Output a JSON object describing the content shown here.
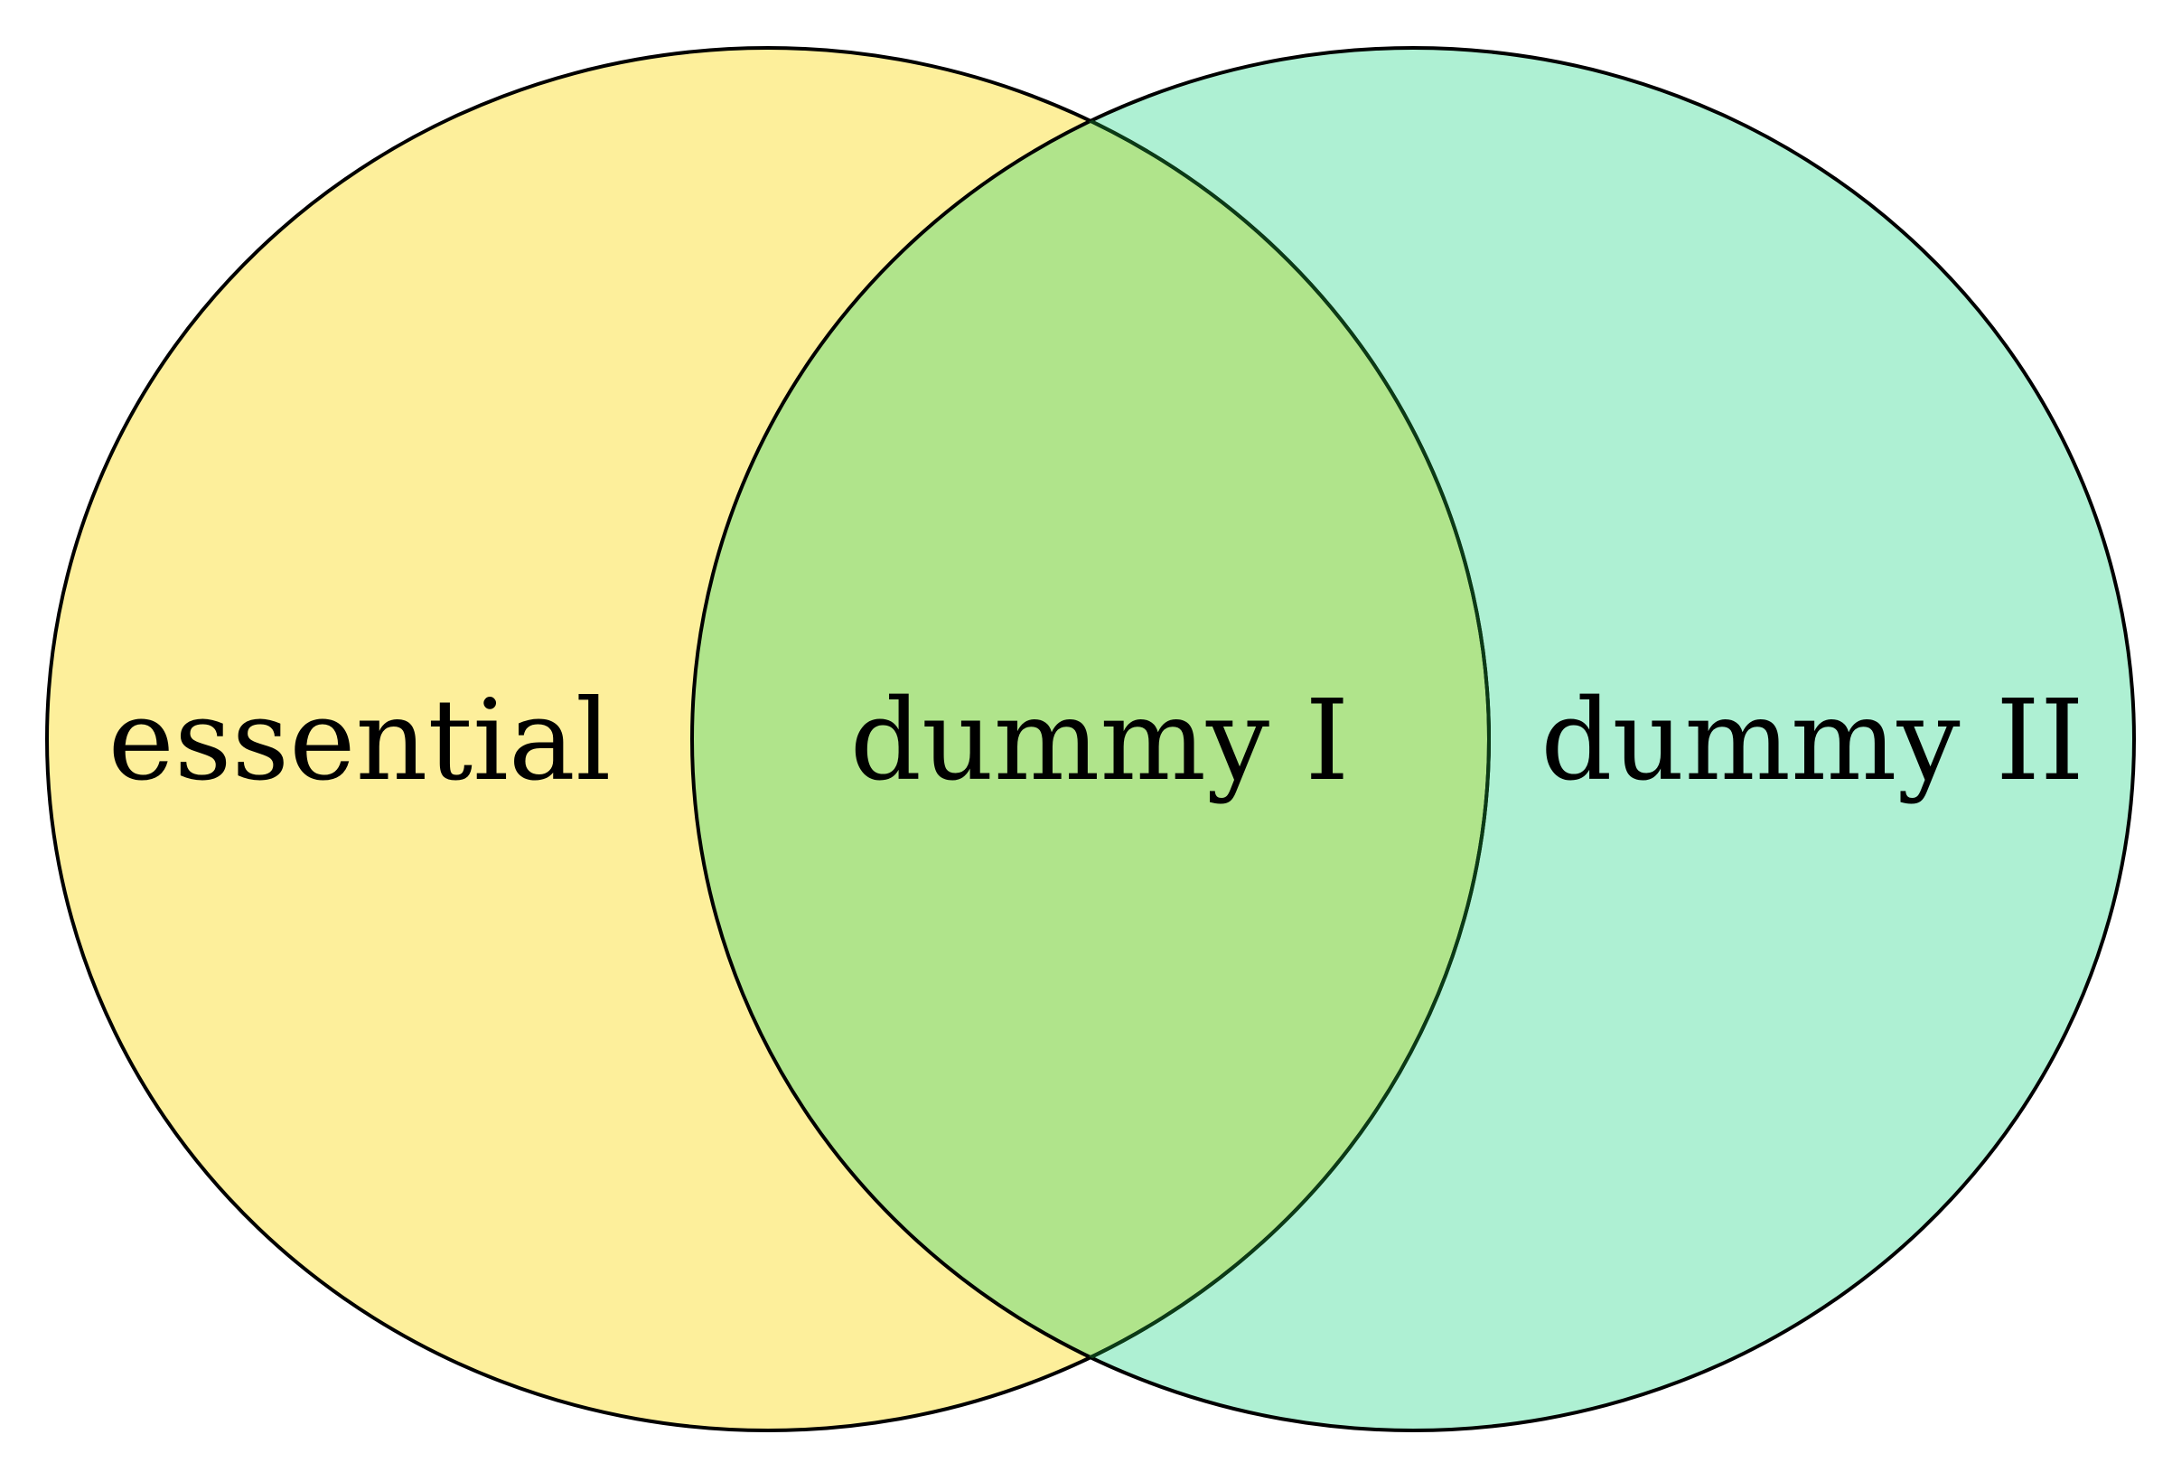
{
  "diagram": {
    "type": "venn",
    "sets": [
      {
        "label": "essential",
        "fill": "#fdef9b",
        "stroke": "#000000"
      },
      {
        "label": "dummy II",
        "fill": "#aef0d3",
        "stroke": "#000000"
      }
    ],
    "intersection": {
      "label": "dummy I",
      "fill": "#b0e48b",
      "stroke": "#0b3a16"
    }
  }
}
